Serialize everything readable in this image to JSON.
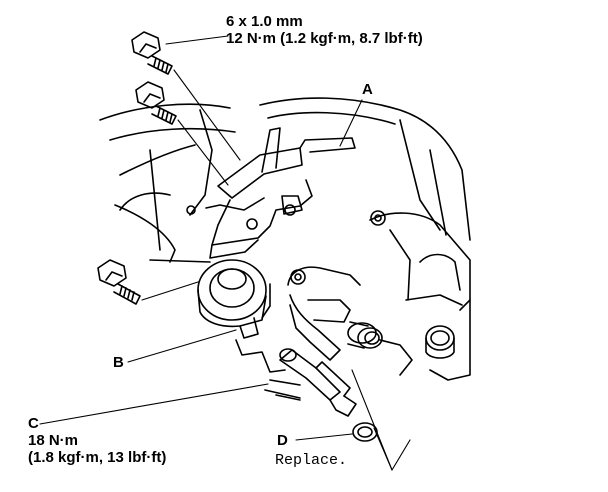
{
  "callouts": {
    "bolt_spec": {
      "size": "6 x 1.0 mm",
      "torque": "12 N·m (1.2 kgf·m, 8.7 lbf·ft)"
    },
    "a": {
      "letter": "A"
    },
    "b": {
      "letter": "B"
    },
    "c": {
      "letter": "C",
      "torque_nm": "18 N·m",
      "torque_alt": "(1.8 kgf·m, 13 lbf·ft)"
    },
    "d": {
      "letter": "D",
      "note": "Replace."
    }
  },
  "colors": {
    "line": "#000000",
    "background": "#ffffff"
  }
}
